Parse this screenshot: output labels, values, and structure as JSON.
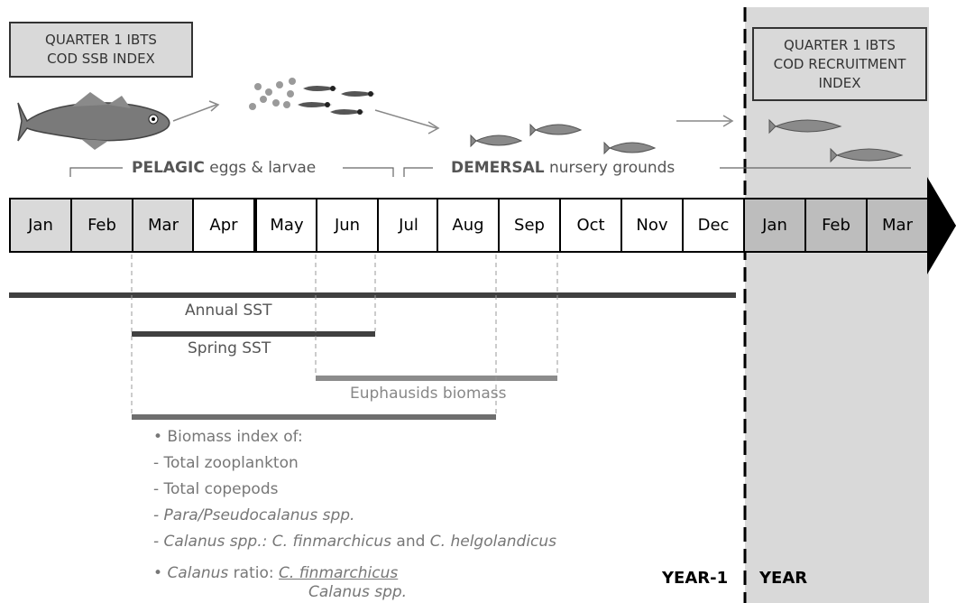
{
  "boxes": {
    "left": {
      "line1": "QUARTER 1 IBTS",
      "line2": "COD SSB INDEX"
    },
    "right": {
      "line1": "QUARTER 1 IBTS",
      "line2": "COD RECRUITMENT",
      "line3": "INDEX"
    }
  },
  "phases": {
    "pelagic": {
      "bold": "PELAGIC",
      "rest": " eggs & larvae"
    },
    "demersal": {
      "bold": "DEMERSAL",
      "rest": " nursery grounds"
    }
  },
  "months": [
    {
      "label": "Jan",
      "style": "shade"
    },
    {
      "label": "Feb",
      "style": "shade"
    },
    {
      "label": "Mar",
      "style": "shade"
    },
    {
      "label": "Apr",
      "style": "plain"
    },
    {
      "label": "May",
      "style": "plain"
    },
    {
      "label": "Jun",
      "style": "plain"
    },
    {
      "label": "Jul",
      "style": "plain"
    },
    {
      "label": "Aug",
      "style": "plain"
    },
    {
      "label": "Sep",
      "style": "plain"
    },
    {
      "label": "Oct",
      "style": "plain"
    },
    {
      "label": "Nov",
      "style": "plain"
    },
    {
      "label": "Dec",
      "style": "plain"
    },
    {
      "label": "Jan",
      "style": "dark"
    },
    {
      "label": "Feb",
      "style": "dark"
    },
    {
      "label": "Mar",
      "style": "dark"
    }
  ],
  "bars": [
    {
      "label": "Annual SST",
      "from_month": 1,
      "to_month": 12,
      "color": "#404040"
    },
    {
      "label": "Spring SST",
      "from_month": 3,
      "to_month": 6,
      "color": "#404040"
    },
    {
      "label": "Euphausids biomass",
      "from_month": 6,
      "to_month": 9,
      "color": "#8c8c8c"
    },
    {
      "label": "",
      "from_month": 3,
      "to_month": 8,
      "color": "#6e6e6e"
    }
  ],
  "biomass_list": {
    "heading": "• Biomass index of:",
    "items": [
      {
        "plain": "- Total zooplankton"
      },
      {
        "plain": "- Total copepods"
      },
      {
        "italic": "- Para/Pseudocalanus spp."
      },
      {
        "italic_a": "- Calanus spp.:",
        "italic_b": "C. finmarchicus",
        "plain_b": " and ",
        "italic_c": "C. helgolandicus"
      }
    ],
    "ratio": {
      "bullet": "• ",
      "italic": "Calanus",
      "plain": " ratio:",
      "numerator": "C. finmarchicus",
      "denominator": "Calanus spp."
    }
  },
  "years": {
    "previous": "YEAR-1",
    "current": "YEAR"
  },
  "colors": {
    "shade": "#d9d9d9",
    "dark": "#bdbdbd",
    "fish": "#7a7a7a"
  }
}
